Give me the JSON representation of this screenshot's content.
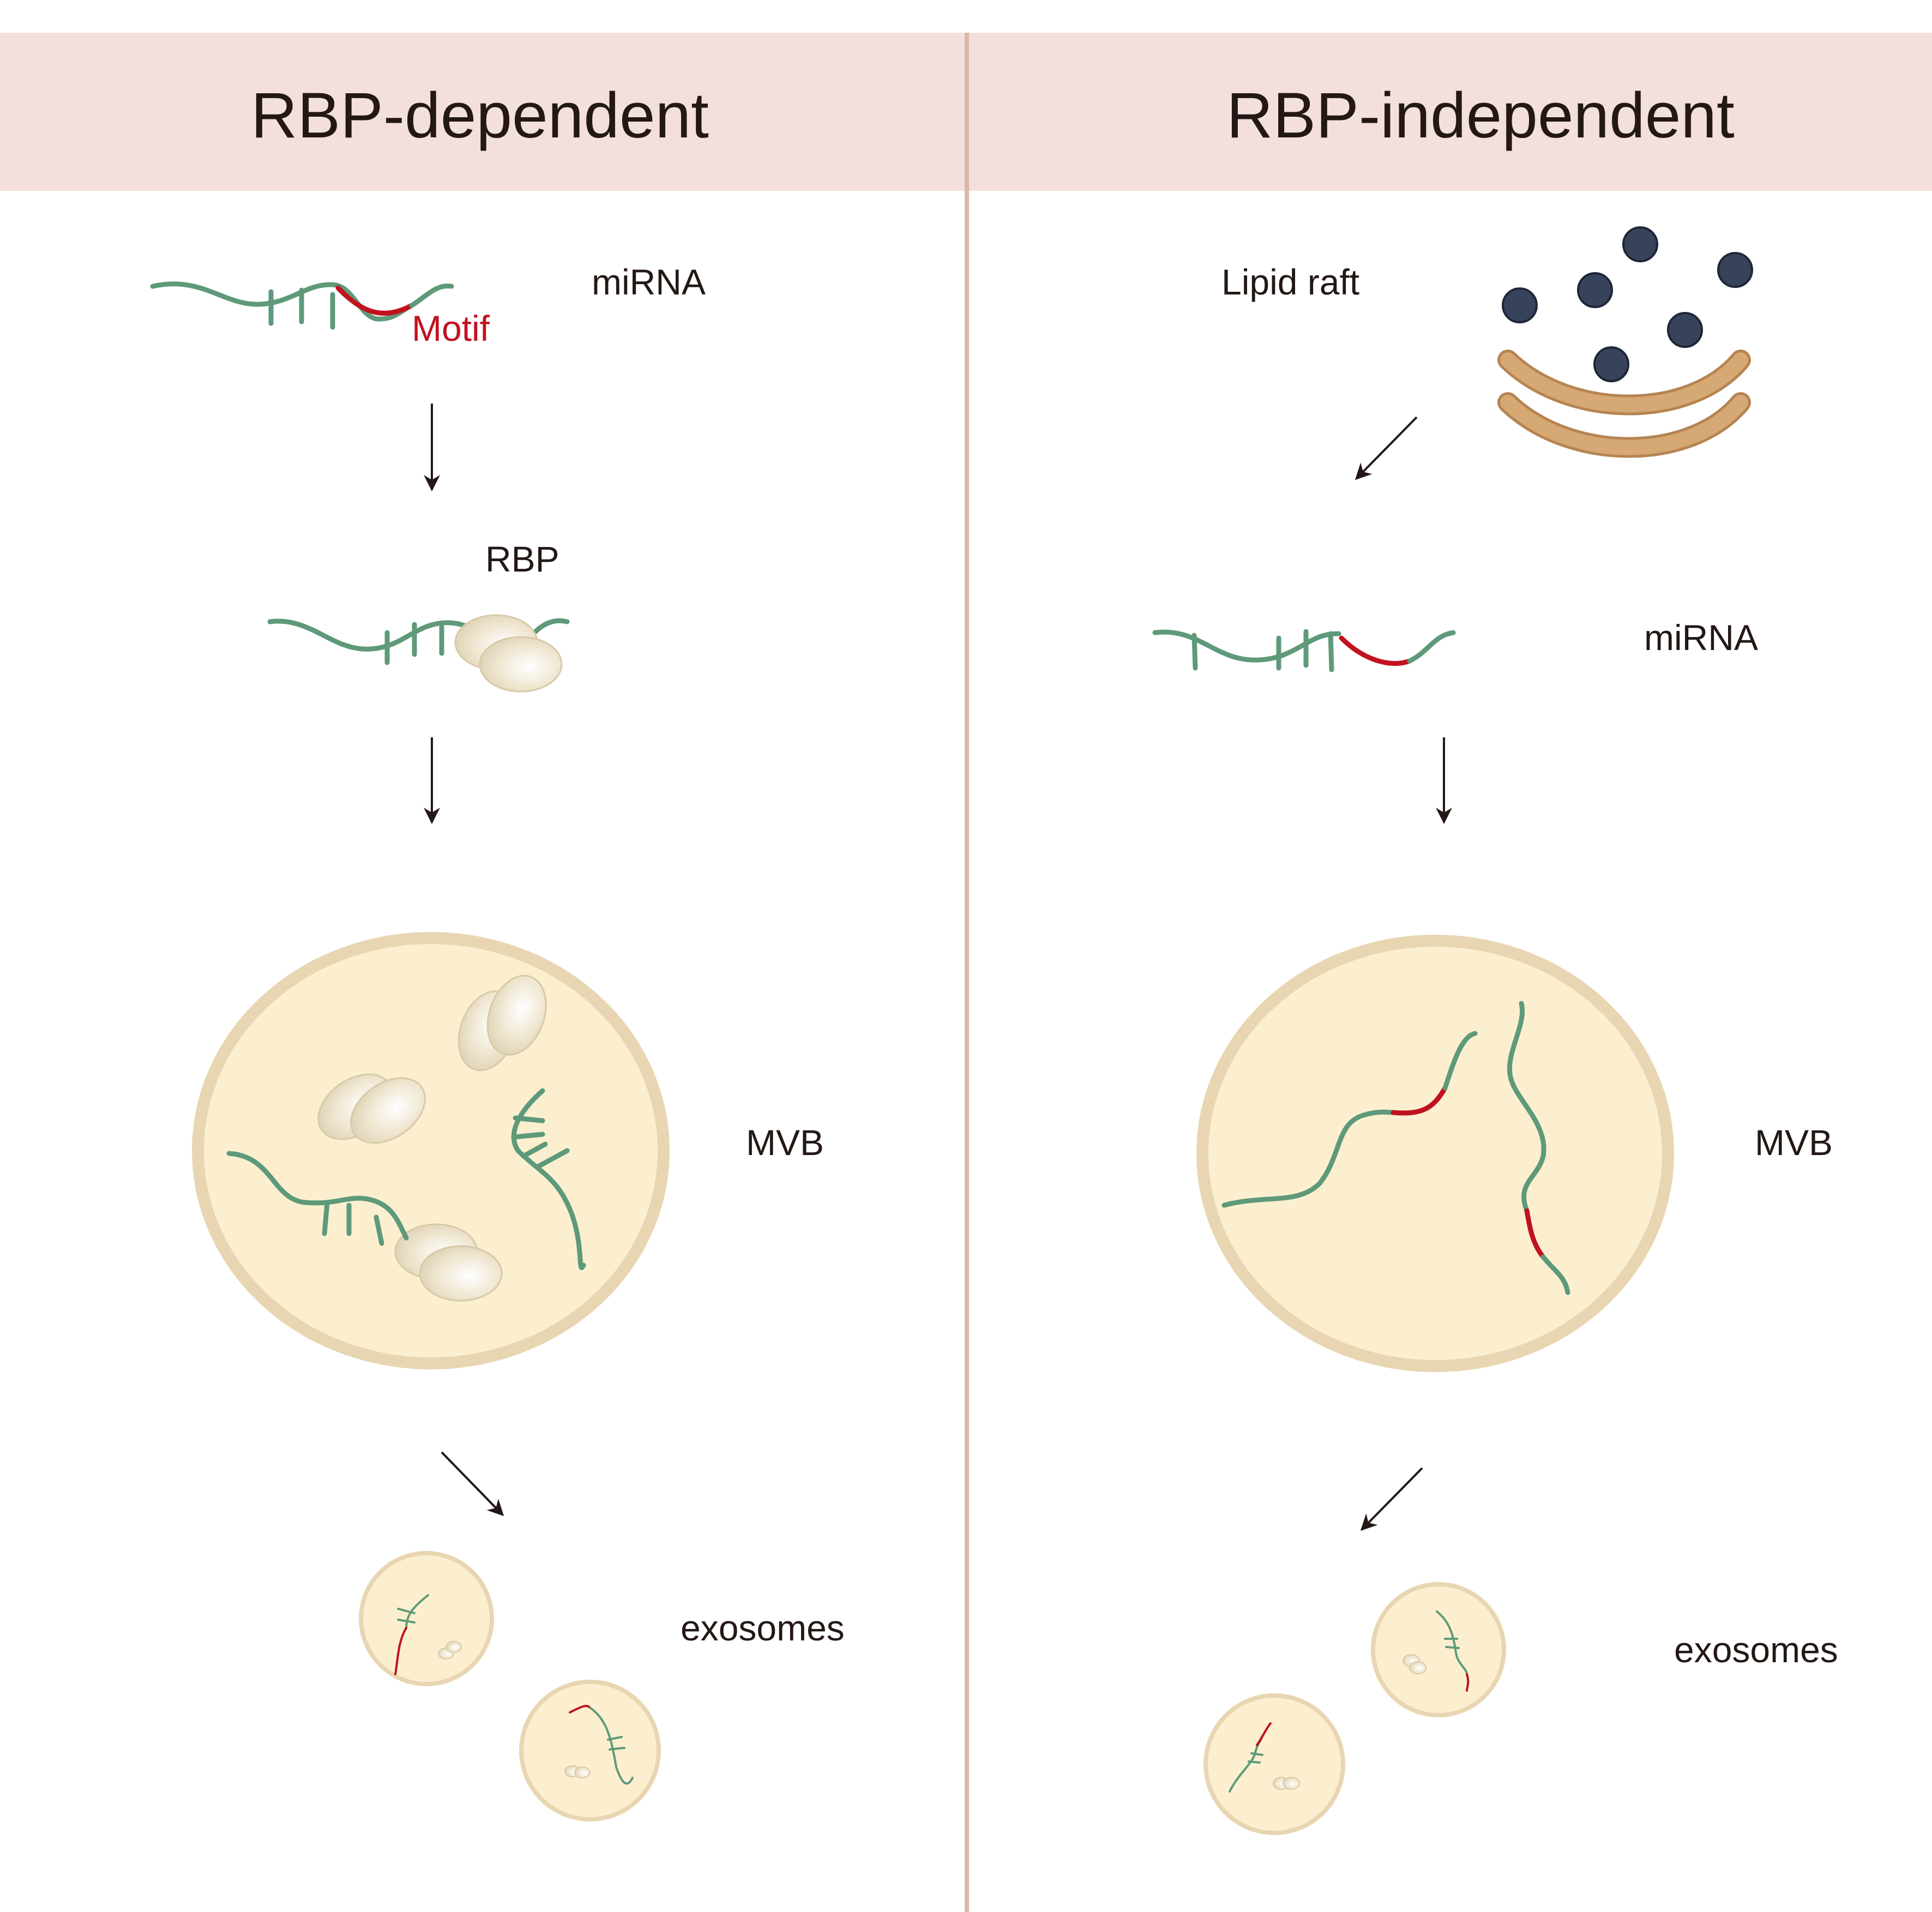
{
  "left_panel": {
    "title": "RBP-dependent",
    "labels": {
      "mirna": "miRNA",
      "motif": "Motif",
      "rbp": "RBP",
      "mvb": "MVB",
      "exosomes": "exosomes"
    }
  },
  "right_panel": {
    "title": "RBP-independent",
    "labels": {
      "lipid_raft": "Lipid raft",
      "mirna": "miRNA",
      "mvb": "MVB",
      "exosomes": "exosomes"
    }
  },
  "colors": {
    "header_band": "#f3e0dc",
    "divider": "#d9b9a9",
    "rna_strand": "#5e9a7a",
    "motif": "#c1121f",
    "mvb_fill": "#fcefcf",
    "mvb_border": "#e8d6b2",
    "rbp_protein": "#ece2cb",
    "lipid_dot": "#37435a",
    "lipid_membrane": "#d6a873",
    "text": "#231815"
  }
}
